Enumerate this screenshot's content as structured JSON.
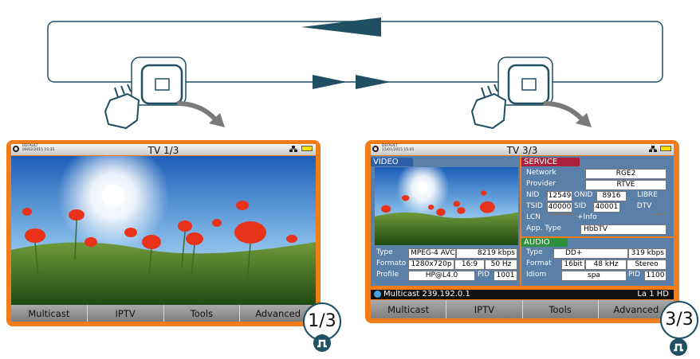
{
  "left_screen": {
    "status": {
      "profile": "DEFAULT",
      "datetime": "09/02/2015 15:35",
      "title": "TV 1/3"
    },
    "buttons": [
      "Multicast",
      "IPTV",
      "Tools",
      "Advanced"
    ],
    "badge": "1/3"
  },
  "right_screen": {
    "status": {
      "profile": "DEFAULT",
      "datetime": "15/01/2015 15:05",
      "title": "TV 3/3"
    },
    "video": {
      "header": "VIDEO",
      "type_label": "Type",
      "type_value": "MPEG-4 AVC",
      "bitrate": "8219 kbps",
      "format_label": "Formato",
      "resolution": "1280x720p",
      "aspect": "16:9",
      "freq": "50 Hz",
      "profile_label": "Profile",
      "profile_value": "HP@L4.0",
      "pid_label": "PID",
      "pid_value": "1001"
    },
    "service": {
      "header": "SERVICE",
      "network_label": "Network",
      "network_value": "RGE2",
      "provider_label": "Provider",
      "provider_value": "RTVE",
      "nid_label": "NID",
      "nid_value": "12549",
      "onid_label": "ONID",
      "onid_value": "8916",
      "free_value": "LIBRE",
      "tsid_label": "TSID",
      "tsid_value": "40000",
      "sid_label": "SID",
      "sid_value": "40001",
      "kind_value": "DTV",
      "lcn_label": "LCN",
      "lcn_value": "",
      "info_label": "+Info",
      "info_value": "",
      "apptype_label": "App. Type",
      "apptype_value": "HbbTV"
    },
    "audio": {
      "header": "AUDIO",
      "type_label": "Type",
      "type_value": "DD+",
      "bitrate": "319 kbps",
      "format_label": "Format",
      "bits": "16bit",
      "rate": "48 kHz",
      "mode": "Stereo",
      "idiom_label": "Idiom",
      "idiom_value": "spa",
      "pid_label": "PID",
      "pid_value": "1100"
    },
    "infobar": {
      "multicast": "Multicast 239.192.0.1",
      "channel": "La 1 HD"
    },
    "buttons": [
      "Multicast",
      "IPTV",
      "Tools",
      "Advanced"
    ],
    "badge": "3/3"
  },
  "colors": {
    "frame": "#f07d1a",
    "accent": "#1f4f63",
    "video_header": "#2c5fa8",
    "service_header": "#a8203a",
    "audio_header": "#2f8f3a"
  }
}
